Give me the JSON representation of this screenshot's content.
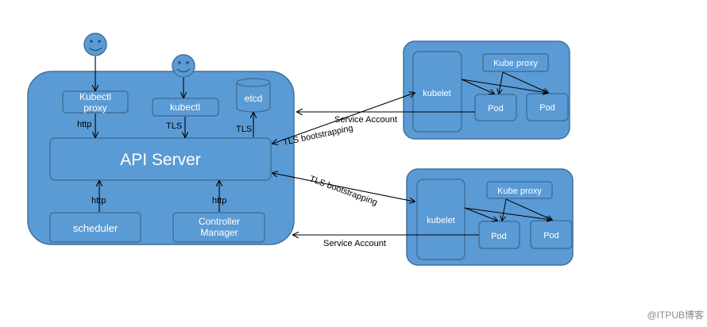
{
  "colors": {
    "fill": "#5B9BD5",
    "stroke": "#41719C",
    "face": "#5B9BD5",
    "text_on_fill": "#ffffff",
    "text": "#000000",
    "watermark": "#8a8a8a"
  },
  "master": {
    "kubectl_proxy": "Kubectl\nproxy",
    "kubectl": "kubectl",
    "etcd": "etcd",
    "api_server": "API Server",
    "scheduler": "scheduler",
    "controller_manager": "Controller\nManager"
  },
  "node1": {
    "kubelet": "kubelet",
    "kube_proxy": "Kube proxy",
    "pod_a": "Pod",
    "pod_b": "Pod"
  },
  "node2": {
    "kubelet": "kubelet",
    "kube_proxy": "Kube proxy",
    "pod_a": "Pod",
    "pod_b": "Pod"
  },
  "edges": {
    "http_proxy": "http",
    "tls_kubectl": "TLS",
    "tls_etcd": "TLS",
    "http_scheduler": "http",
    "http_controller": "http",
    "service_account_1": "Service Account",
    "tls_bootstrapping_1": "TLS bootstrapping",
    "tls_bootstrapping_2": "TLS bootstrapping",
    "service_account_2": "Service Account"
  },
  "watermark": "@ITPUB博客"
}
